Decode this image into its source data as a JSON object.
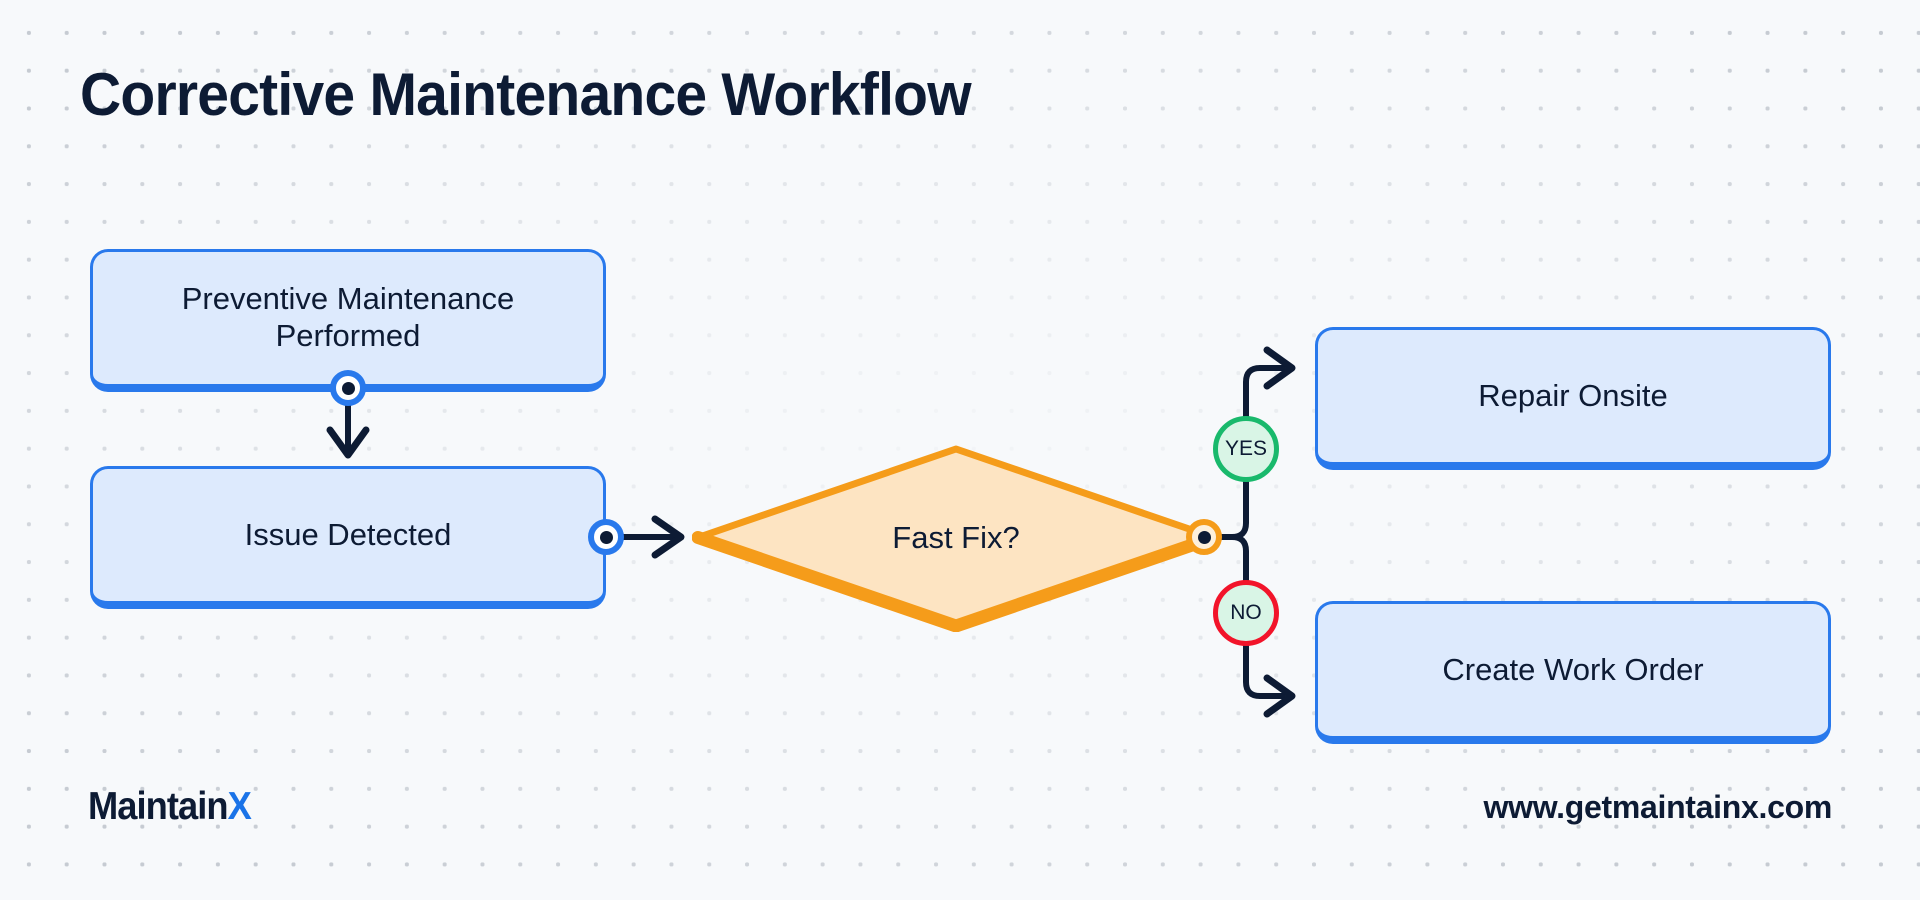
{
  "page": {
    "title": "Corrective Maintenance Workflow",
    "background_color": "#f7f9fb",
    "dot_color": "#c6cbd2"
  },
  "diagram": {
    "type": "flowchart",
    "nodes": [
      {
        "id": "preventive",
        "label": "Preventive Maintenance Performed",
        "shape": "rounded-rect",
        "fill": "#ddeafd",
        "stroke": "#2979ec"
      },
      {
        "id": "issue",
        "label": "Issue Detected",
        "shape": "rounded-rect",
        "fill": "#ddeafd",
        "stroke": "#2979ec"
      },
      {
        "id": "decision",
        "label": "Fast Fix?",
        "shape": "diamond",
        "fill": "#fde4c2",
        "stroke": "#f59c1a"
      },
      {
        "id": "repair",
        "label": "Repair Onsite",
        "shape": "rounded-rect",
        "fill": "#ddeafd",
        "stroke": "#2979ec"
      },
      {
        "id": "workorder",
        "label": "Create Work Order",
        "shape": "rounded-rect",
        "fill": "#ddeafd",
        "stroke": "#2979ec"
      }
    ],
    "edges": [
      {
        "from": "preventive",
        "to": "issue",
        "label": ""
      },
      {
        "from": "issue",
        "to": "decision",
        "label": ""
      },
      {
        "from": "decision",
        "to": "repair",
        "label": "YES"
      },
      {
        "from": "decision",
        "to": "workorder",
        "label": "NO"
      }
    ],
    "edge_color": "#0d1b34",
    "badges": [
      {
        "id": "yes",
        "label": "YES",
        "stroke": "#19b96c",
        "fill": "#d9f5e6"
      },
      {
        "id": "no",
        "label": "NO",
        "stroke": "#f2142a",
        "fill": "#d9f5e6"
      }
    ]
  },
  "footer": {
    "logo_main": "Maintain",
    "logo_accent": "X",
    "url": "www.getmaintainx.com"
  }
}
